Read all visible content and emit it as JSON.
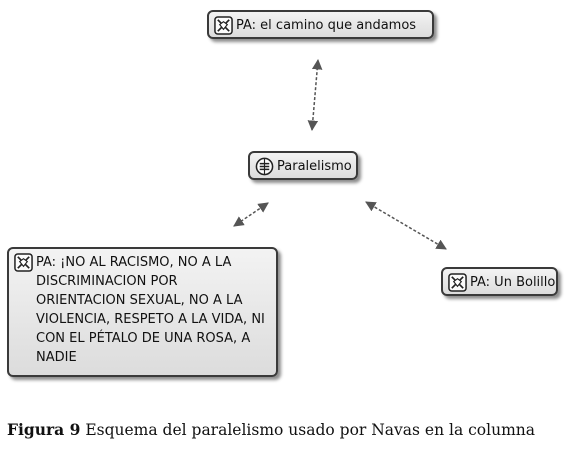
{
  "nodes": {
    "top": "PA: el camino que andamos",
    "center": "Paralelismo",
    "right": "PA: Un Bolillo",
    "left": "PA: ¡NO AL RACISMO, NO A LA DISCRIMINACION POR ORIENTACION SEXUAL, NO A LA VIOLENCIA, RESPETO A LA VIDA, NI CON EL PÉTALO DE UNA ROSA, A NADIE"
  },
  "caption": {
    "label": "Figura 9",
    "text": "Esquema del paralelismo usado por Navas en la columna"
  },
  "colors": {
    "node_border": "#3a3a3a",
    "arrow": "#555555"
  },
  "icons": {
    "quotation": "quotation-icon",
    "code": "code-icon"
  }
}
